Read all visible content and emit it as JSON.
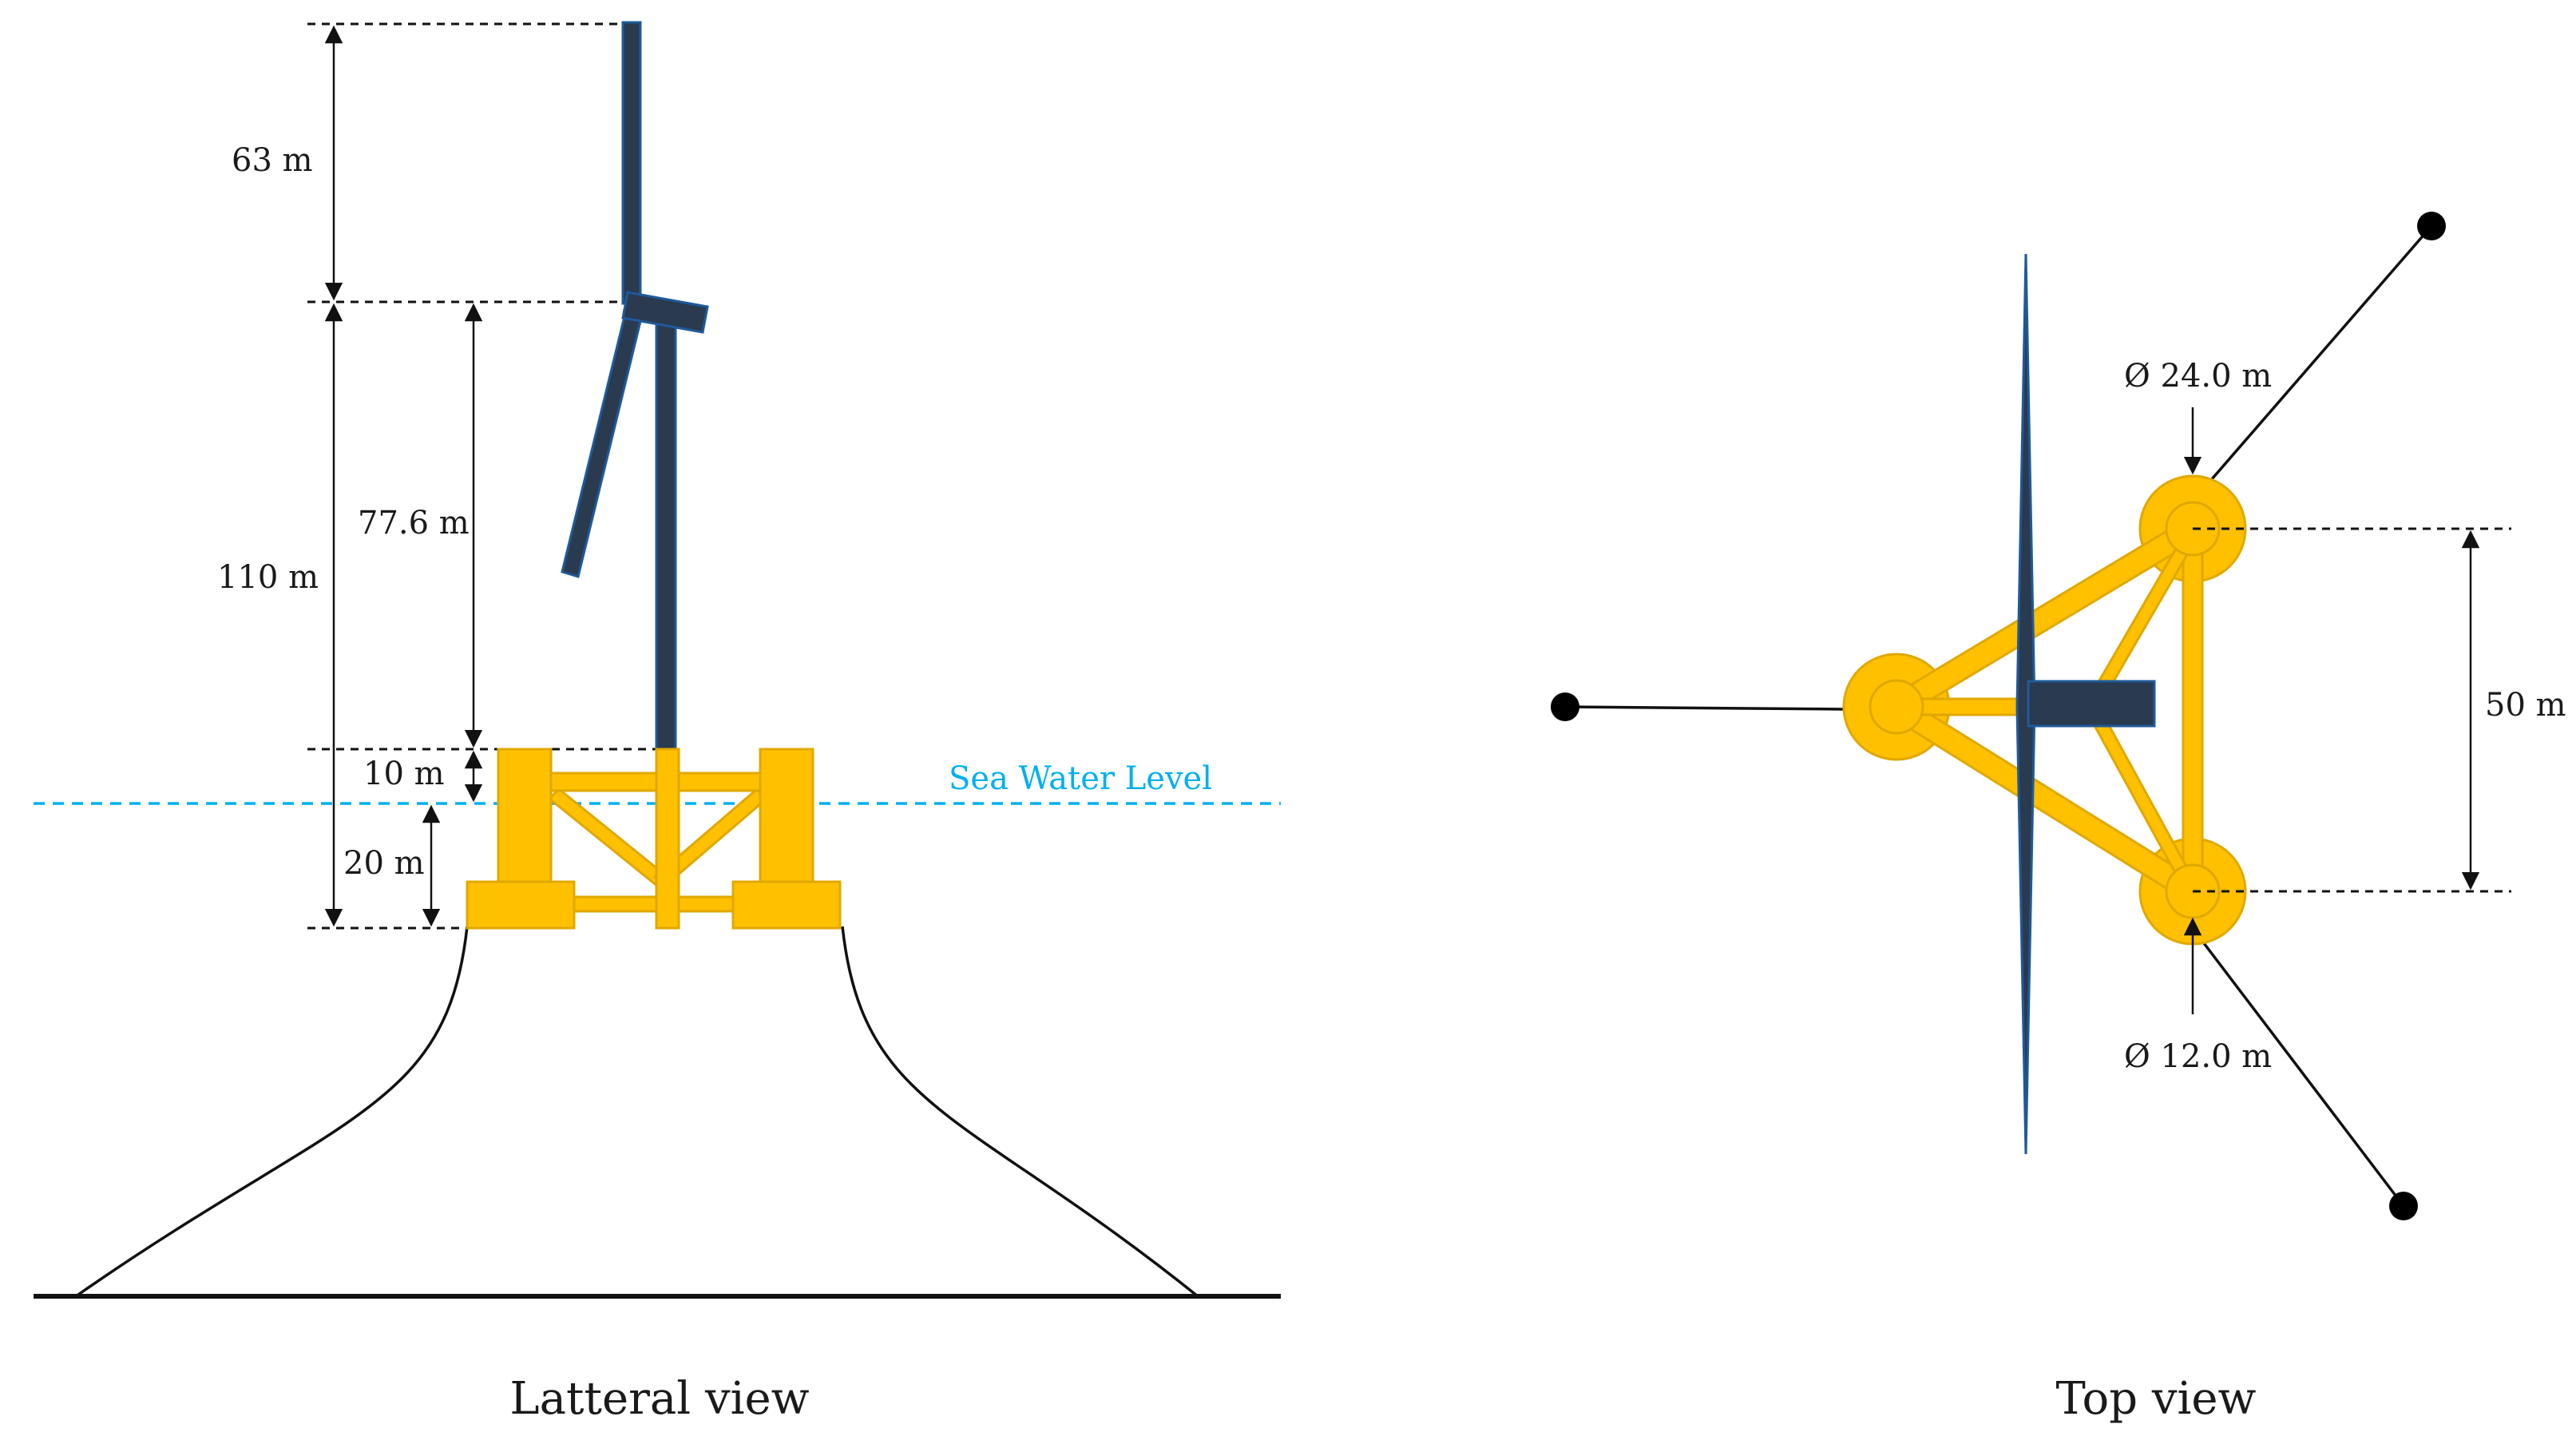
{
  "colors": {
    "platform": "#FFC000",
    "turbine": "#2a3a4f",
    "sea_level": "#00B0F0",
    "lines": "#111111"
  },
  "lateral": {
    "caption": "Latteral view",
    "dim_blade": "63 m",
    "dim_hub_height": "110 m",
    "dim_tower": "77.6 m",
    "dim_freeboard": "10 m",
    "dim_draft": "20 m",
    "sea_label": "Sea Water Level"
  },
  "top": {
    "caption": "Top view",
    "dim_outer_diameter": "Ø 24.0 m",
    "dim_inner_diameter": "Ø 12.0 m",
    "dim_spacing": "50 m"
  }
}
